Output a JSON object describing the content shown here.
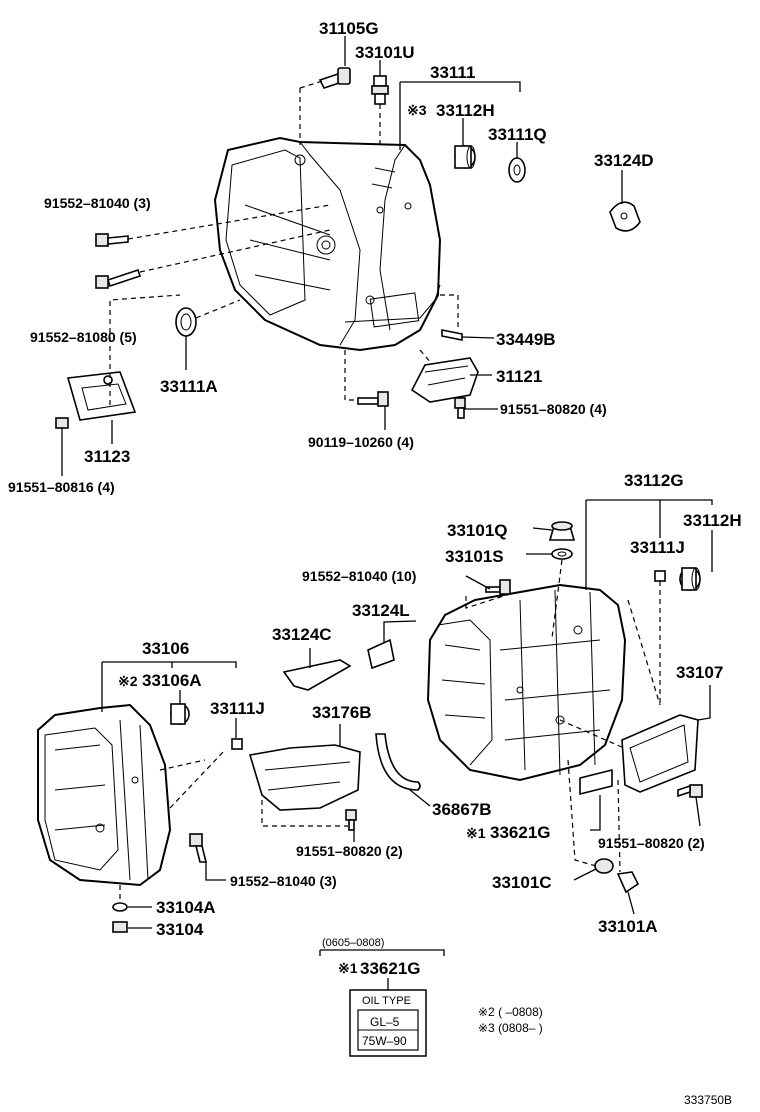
{
  "labels": {
    "p31105G": "31105G",
    "p33101U": "33101U",
    "p33111": "33111",
    "p33112H_top": "33112H",
    "p33112H_top_mark": "※3",
    "p33111Q": "33111Q",
    "p33124D": "33124D",
    "p91552_81040_3_top": "91552–81040 (3)",
    "p91552_81080_5": "91552–81080 (5)",
    "p33111A": "33111A",
    "p33449B": "33449B",
    "p31121": "31121",
    "p91551_80820_4": "91551–80820 (4)",
    "p90119_10260_4": "90119–10260 (4)",
    "p31123": "31123",
    "p91551_80816_4": "91551–80816 (4)",
    "p33112G": "33112G",
    "p33101Q": "33101Q",
    "p33112H_right": "33112H",
    "p33101S": "33101S",
    "p33111J_right": "33111J",
    "p91552_81040_10": "91552–81040 (10)",
    "p33124L": "33124L",
    "p33124C": "33124C",
    "p33106": "33106",
    "p33106A": "33106A",
    "p33106A_mark": "※2",
    "p33111J_left": "33111J",
    "p33176B": "33176B",
    "p33107": "33107",
    "p36867B": "36867B",
    "p33621G": "33621G",
    "p33621G_mark": "※1",
    "p91551_80820_2_right": "91551–80820 (2)",
    "p91551_80820_2_mid": "91551–80820 (2)",
    "p91552_81040_3_bottom": "91552–81040 (3)",
    "p33101C": "33101C",
    "p33104A": "33104A",
    "p33104": "33104",
    "p33101A": "33101A"
  },
  "oil_box": {
    "date_range": "(0605–0808)",
    "mark": "※1",
    "part": "33621G",
    "header": "OIL TYPE",
    "grade": "GL–5",
    "viscosity": "75W–90"
  },
  "footnotes": {
    "note2": "※2 (        –0808)",
    "note3": "※3 (0808–        )"
  },
  "diagram_id": "333750B"
}
